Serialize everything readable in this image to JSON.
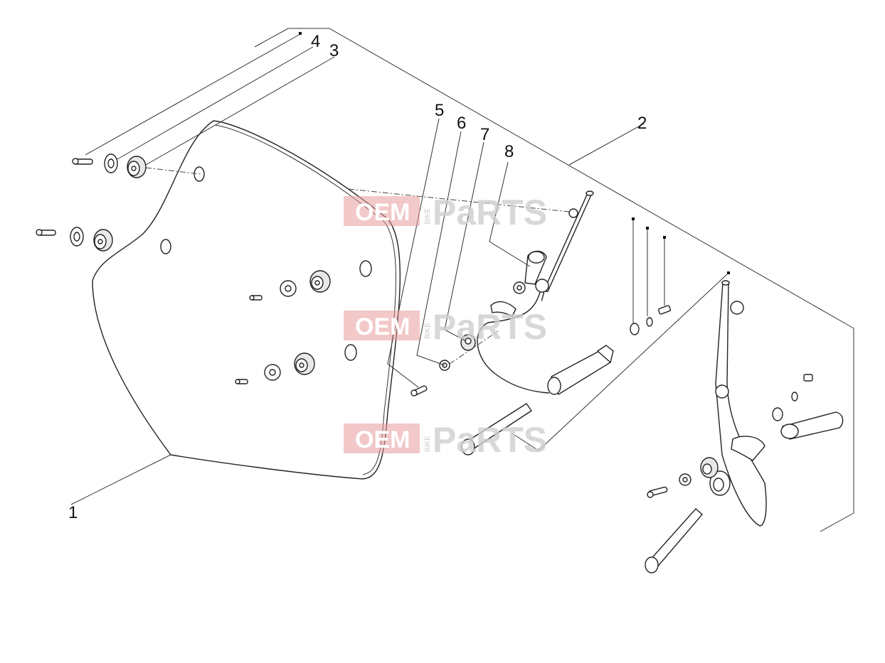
{
  "callouts": [
    {
      "id": "1",
      "label": "1"
    },
    {
      "id": "2",
      "label": "2"
    },
    {
      "id": "3",
      "label": "3"
    },
    {
      "id": "4",
      "label": "4"
    },
    {
      "id": "5",
      "label": "5"
    },
    {
      "id": "6",
      "label": "6"
    },
    {
      "id": "7",
      "label": "7"
    },
    {
      "id": "8",
      "label": "8"
    }
  ],
  "watermark": {
    "oem": "OEM",
    "bike": "BIKE",
    "parts": "PaRTS",
    "colors": {
      "box": "#e89a9a",
      "text": "#cfcfcf"
    }
  }
}
